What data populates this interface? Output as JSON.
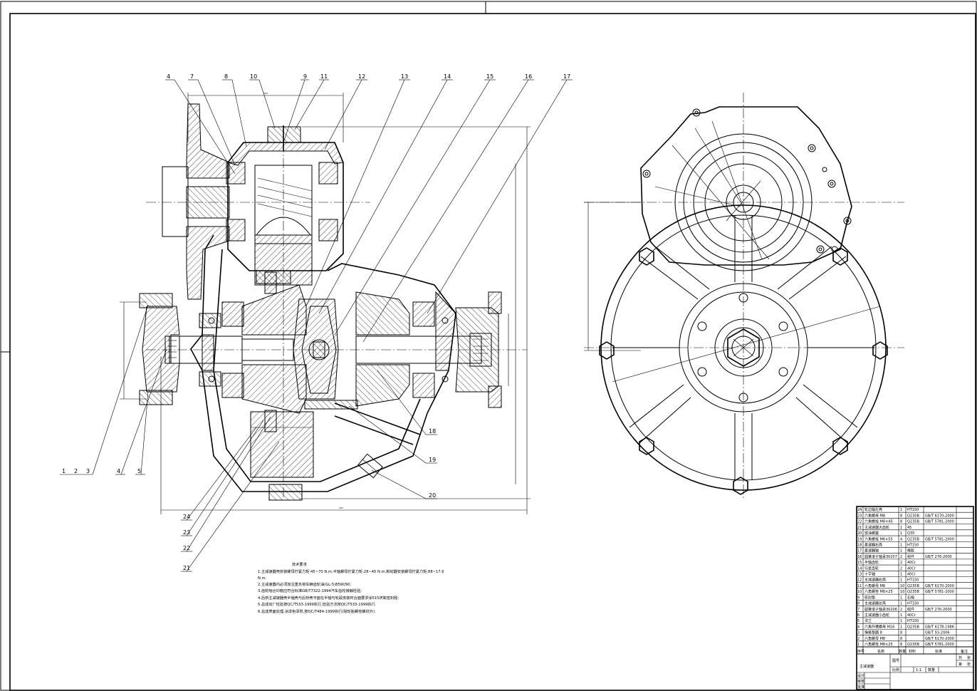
{
  "sheet": {
    "name": "assembly-drawing",
    "bg": "#ffffff",
    "line_color": "#000000"
  },
  "balloons": [
    {
      "num": "1"
    },
    {
      "num": "2"
    },
    {
      "num": "3"
    },
    {
      "num": "4"
    },
    {
      "num": "5"
    },
    {
      "num": "4"
    },
    {
      "num": "7"
    },
    {
      "num": "8"
    },
    {
      "num": "10"
    },
    {
      "num": "9"
    },
    {
      "num": "11"
    },
    {
      "num": "12"
    },
    {
      "num": "13"
    },
    {
      "num": "14"
    },
    {
      "num": "15"
    },
    {
      "num": "16"
    },
    {
      "num": "17"
    },
    {
      "num": "18"
    },
    {
      "num": "19"
    },
    {
      "num": "20"
    },
    {
      "num": "21"
    },
    {
      "num": "22"
    },
    {
      "num": "23"
    },
    {
      "num": "24"
    }
  ],
  "notes": {
    "title": "技术要求",
    "lines": [
      "1.主减速器壳安装螺母拧紧力矩:45~70 N.m,半轴螺母拧紧力矩:28~45 N.m,制动器安装螺母拧紧力矩:88~17.6",
      "N.m.",
      "2.主减速器内必须加注重负荷车辆齿轮油(GL-5)85W/90;",
      "3.齿轮啮合印痕应符合标准GB/T7322-1994汽车齿轮接触检验;",
      "4.后桥主减速器壳半轴壳与后桥壳平面在半轴与轮毂安装时合面要求涂515厌氧密封胶;",
      "5.总成出厂检验按QC/T533-1999执行,检验方法按QC/T533-1999执行.",
      "6.总成表面处理,涂漆色泽附,按QC/T484-1999执行(除轮胎螺栓螺纹外)."
    ]
  },
  "title_block": {
    "header": {
      "seq": "序号",
      "name": "名称",
      "qty": "数量",
      "material": "材料",
      "std": "标准",
      "remark": "备注"
    },
    "rows": [
      {
        "no": "24",
        "name": "轮边轴左壳",
        "qty": "1",
        "mat": "HT150",
        "std": ""
      },
      {
        "no": "23",
        "name": "六角螺母 M8",
        "qty": "8",
        "mat": "Q235B",
        "std": "GB/T 6170-2000"
      },
      {
        "no": "22",
        "name": "六角螺栓 M8×45",
        "qty": "8",
        "mat": "Q235B",
        "std": "GB/T 5781-2000"
      },
      {
        "no": "21",
        "name": "主减速器大齿轮",
        "qty": "1",
        "mat": "45",
        "std": ""
      },
      {
        "no": "20",
        "name": "放油螺塞",
        "qty": "1",
        "mat": "Q35",
        "std": ""
      },
      {
        "no": "19",
        "name": "六角螺栓 M6×55",
        "qty": "4",
        "mat": "Q235B",
        "std": "GB/T 5781-2000"
      },
      {
        "no": "18",
        "name": "差速器右壳",
        "qty": "1",
        "mat": "HT150",
        "std": ""
      },
      {
        "no": "17",
        "name": "差速器轴",
        "qty": "1",
        "mat": "橡胶",
        "std": ""
      },
      {
        "no": "16",
        "name": "圆锥滚子轴承30207",
        "qty": "2",
        "mat": "组件",
        "std": "GB/T 276-2000"
      },
      {
        "no": "15",
        "name": "半轴齿轮",
        "qty": "2",
        "mat": "40Cr",
        "std": ""
      },
      {
        "no": "14",
        "name": "行星齿轮",
        "qty": "2",
        "mat": "40Cr",
        "std": ""
      },
      {
        "no": "13",
        "name": "十字轴",
        "qty": "1",
        "mat": "40Cr",
        "std": ""
      },
      {
        "no": "12",
        "name": "主减速器右壳",
        "qty": "1",
        "mat": "HT150",
        "std": ""
      },
      {
        "no": "11",
        "name": "六角螺母 M8",
        "qty": "10",
        "mat": "Q235B",
        "std": "GB/T 6170-2000"
      },
      {
        "no": "10",
        "name": "六角螺栓 M8×25",
        "qty": "10",
        "mat": "Q235B",
        "std": "GB/T 5781-2000"
      },
      {
        "no": "9",
        "name": "密封垫",
        "qty": "1",
        "mat": "石棉",
        "std": ""
      },
      {
        "no": "8",
        "name": "主减速器左壳",
        "qty": "1",
        "mat": "HT150",
        "std": ""
      },
      {
        "no": "7",
        "name": "圆锥滚子轴承30206",
        "qty": "2",
        "mat": "组件",
        "std": "GB/T 276-2000"
      },
      {
        "no": "6",
        "name": "主减速器小齿轮",
        "qty": "1",
        "mat": "40Cr",
        "std": ""
      },
      {
        "no": "5",
        "name": "法兰",
        "qty": "1",
        "mat": "HT150",
        "std": ""
      },
      {
        "no": "4",
        "name": "六角开槽螺母 M16",
        "qty": "1",
        "mat": "Q235B",
        "std": "GB/T 6178-1986"
      },
      {
        "no": "3",
        "name": "弹簧垫圈 8",
        "qty": "8",
        "mat": "",
        "std": "GB/T 93-2006"
      },
      {
        "no": "2",
        "name": "六角螺母 M8",
        "qty": "8",
        "mat": "",
        "std": "GB/T 6170-2000"
      },
      {
        "no": "1",
        "name": "六角螺栓 M8×25",
        "qty": "8",
        "mat": "Q235B",
        "std": "GB/T 5781-2000"
      }
    ],
    "drawing_name": "主减速器",
    "drawing_no_label": "图号",
    "ratio_label": "比例",
    "ratio": "1:1",
    "qty_label": "数量",
    "sheet_labels": [
      "共",
      "张",
      "第",
      "张"
    ],
    "sign_labels": [
      "设计",
      "审核",
      "批准"
    ]
  }
}
